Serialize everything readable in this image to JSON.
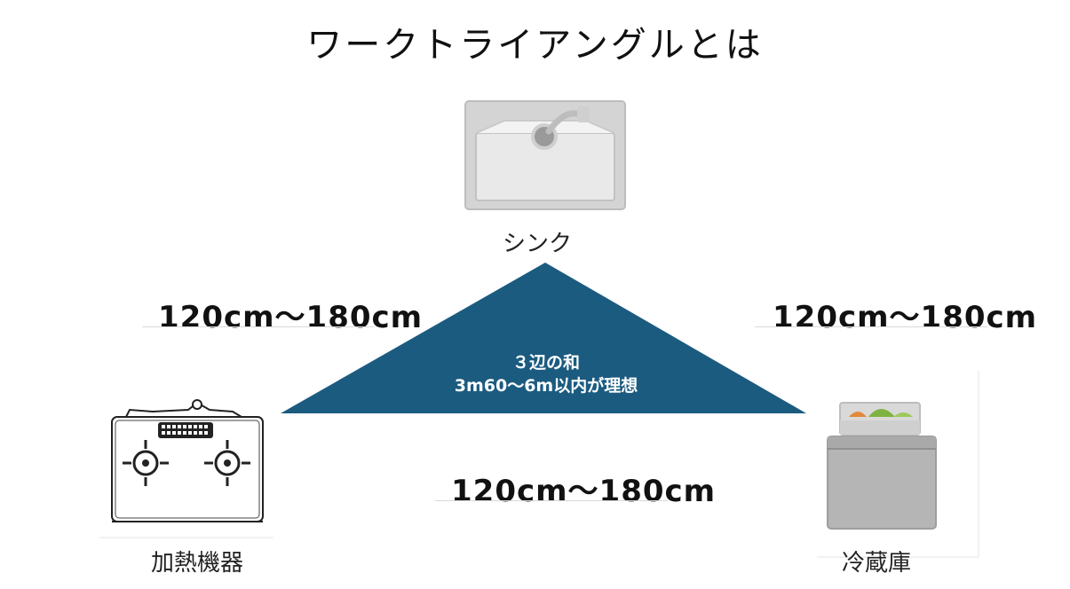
{
  "title": "ワークトライアングルとは",
  "nodes": {
    "sink": "シンク",
    "stove": "加熱機器",
    "fridge": "冷蔵庫"
  },
  "distances": {
    "left": "120cm～180cm",
    "right": "120cm～180cm",
    "bottom": "120cm～180cm"
  },
  "triangle": {
    "line1": "３辺の和",
    "line2": "3m60～6m以内が理想",
    "color": "#1b5b80"
  },
  "icons": {
    "sink": "sink-icon",
    "stove": "gas-stove-icon",
    "fridge": "refrigerator-icon"
  }
}
